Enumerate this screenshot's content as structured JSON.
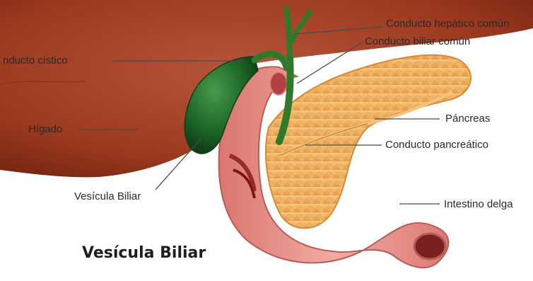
{
  "title": "Vesícula Biliar",
  "labels": {
    "conducto_hepatico": "Conducto hepático común",
    "conducto_biliar": "Conducto biliar común",
    "conducto_cistico": "nducto cístico",
    "higado": "Hígado",
    "vesicula": "Vesícula Biliar",
    "pancreas": "Páncreas",
    "conducto_pancreatico": "Conducto pancreático",
    "intestino": "Intestino delga"
  },
  "colors": {
    "liver": "#9c3a20",
    "gallbladder": "#1f6a2a",
    "duct": "#2f7a2a",
    "pancreas": "#f0b060",
    "intestine": "#e89a92",
    "leader_line": "#4a4a4a"
  }
}
